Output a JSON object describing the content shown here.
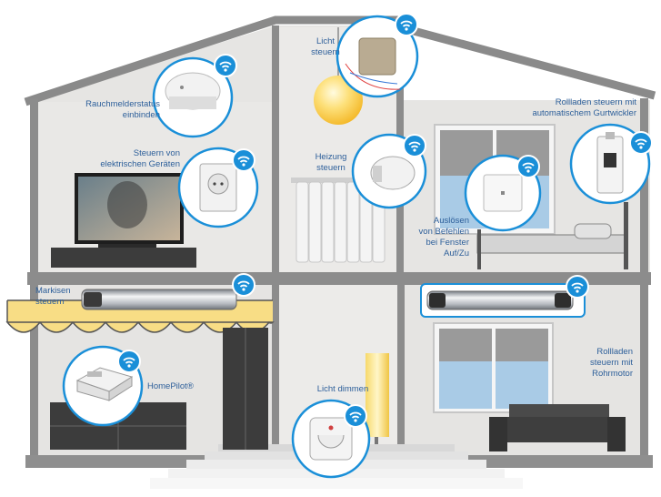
{
  "labels": {
    "smoke": [
      "Rauchmelderstatus",
      "einbinden"
    ],
    "light": [
      "Licht",
      "steuern"
    ],
    "shutter_belt": [
      "Rollladen steuern mit",
      "automatischem Gurtwickler"
    ],
    "devices": [
      "Steuern von",
      "elektrischen Geräten"
    ],
    "heating": [
      "Heizung",
      "steuern"
    ],
    "trigger": [
      "Auslösen",
      "von Befehlen",
      "bei Fenster",
      "Auf/Zu"
    ],
    "awning": [
      "Markisen",
      "steuern"
    ],
    "homepilot": "HomePilot®",
    "dimmer": "Licht dimmen",
    "shutter_motor": [
      "Rollladen",
      "steuern mit",
      "Rohrmotor"
    ]
  },
  "colors": {
    "accent": "#1a8fd8",
    "label": "#2d5f9a",
    "awning": "#f8dd85",
    "window_glass": "#a9cbe6",
    "wall": "#e6e5e3",
    "structure": "#888888"
  },
  "icons": [
    "wifi-icon",
    "smoke-detector-icon",
    "flush-actuator-icon",
    "belt-winder-icon",
    "smart-plug-icon",
    "radiator-thermostat-icon",
    "window-contact-icon",
    "tubular-motor-icon",
    "homepilot-gateway-icon",
    "dimmer-switch-icon"
  ]
}
